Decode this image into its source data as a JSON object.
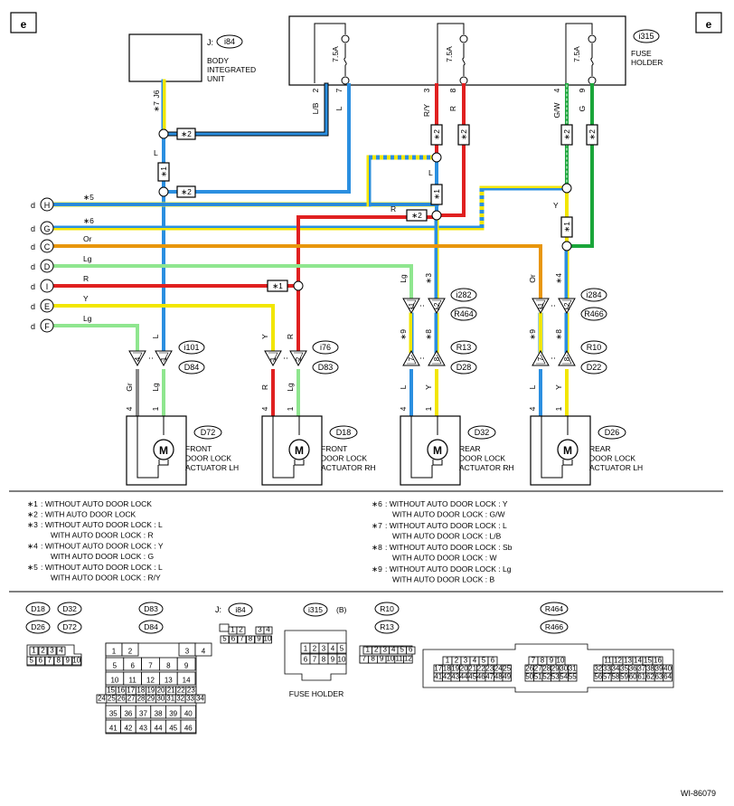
{
  "page": {
    "corner_label": "e",
    "code": "WI-86079"
  },
  "colors": {
    "blue": "#2b8fe0",
    "red": "#e02020",
    "yellow": "#f2e600",
    "green": "#1aa63a",
    "light_green": "#8fe68f",
    "orange": "#e8960c",
    "gray": "#888888",
    "black": "#000000"
  },
  "fuse_holder": {
    "id": "i315",
    "label": "FUSE\nHOLDER",
    "fuses": [
      "7.5A",
      "7.5A",
      "7.5A"
    ],
    "pins": [
      "2",
      "7",
      "3",
      "8",
      "4",
      "9"
    ],
    "wire_colors": [
      "L/B",
      "L",
      "R/Y",
      "R",
      "G/W",
      "G"
    ]
  },
  "body_unit": {
    "prefix": "J:",
    "id": "i84",
    "label": "BODY\nINTEGRATED\nUNIT",
    "pin": "J6",
    "star": "∗7"
  },
  "connectors": {
    "c_i101": "i101",
    "c_D84": "D84",
    "c_i76": "i76",
    "c_D83": "D83",
    "c_i282": "i282",
    "c_R464": "R464",
    "c_R13": "R13",
    "c_D28": "D28",
    "c_i284": "i284",
    "c_R466": "R466",
    "c_R10": "R10",
    "c_D22": "D22"
  },
  "stars": {
    "s1": "∗1",
    "s2": "∗2",
    "s3": "∗3",
    "s4": "∗4",
    "s5": "∗5",
    "s6": "∗6",
    "s8": "∗8",
    "s9": "∗9"
  },
  "left_terminals": [
    {
      "prefix": "d",
      "letter": "H",
      "label": "∗5"
    },
    {
      "prefix": "d",
      "letter": "G",
      "label": "∗6"
    },
    {
      "prefix": "d",
      "letter": "C",
      "label": "Or"
    },
    {
      "prefix": "d",
      "letter": "D",
      "label": "Lg"
    },
    {
      "prefix": "d",
      "letter": "I",
      "label": "R"
    },
    {
      "prefix": "d",
      "letter": "E",
      "label": "Y"
    },
    {
      "prefix": "d",
      "letter": "F",
      "label": "Lg"
    }
  ],
  "wire_letters": {
    "L": "L",
    "R": "R",
    "Y": "Y",
    "Lg": "Lg",
    "Or": "Or",
    "Gr": "Gr"
  },
  "pin_numbers": {
    "p1": "1",
    "p2": "2",
    "p4": "4",
    "p7": "7",
    "p8": "8",
    "p11": "11",
    "p12": "12"
  },
  "actuators": [
    {
      "id": "D72",
      "name": "FRONT\nDOOR LOCK\nACTUATOR LH",
      "motor": "M"
    },
    {
      "id": "D18",
      "name": "FRONT\nDOOR LOCK\nACTUATOR RH",
      "motor": "M"
    },
    {
      "id": "D32",
      "name": "REAR\nDOOR LOCK\nACTUATOR RH",
      "motor": "M"
    },
    {
      "id": "D26",
      "name": "REAR\nDOOR LOCK\nACTUATOR LH",
      "motor": "M"
    }
  ],
  "notes_left": [
    [
      "∗1",
      ": WITHOUT AUTO DOOR LOCK"
    ],
    [
      "∗2",
      ": WITH AUTO DOOR LOCK"
    ],
    [
      "∗3",
      ": WITHOUT AUTO DOOR LOCK  : L",
      "WITH AUTO DOOR LOCK  : R"
    ],
    [
      "∗4",
      ": WITHOUT AUTO DOOR LOCK  : Y",
      "WITH AUTO DOOR LOCK  : G"
    ],
    [
      "∗5",
      ": WITHOUT AUTO DOOR LOCK  : L",
      "WITH AUTO DOOR LOCK  : R/Y"
    ]
  ],
  "notes_right": [
    [
      "∗6",
      ": WITHOUT AUTO DOOR LOCK  : Y",
      "WITH AUTO DOOR LOCK  : G/W"
    ],
    [
      "∗7",
      ": WITHOUT AUTO DOOR LOCK  : L",
      "WITH AUTO DOOR LOCK  : L/B"
    ],
    [
      "∗8",
      ": WITHOUT AUTO DOOR LOCK  : Sb",
      "WITH AUTO DOOR LOCK  : W"
    ],
    [
      "∗9",
      ": WITHOUT AUTO DOOR LOCK  : Lg",
      "WITH AUTO DOOR LOCK  : B"
    ]
  ],
  "connector_views": {
    "g1_ids": [
      "D18",
      "D32",
      "D26",
      "D72"
    ],
    "g1_pins": [
      "1",
      "2",
      "3",
      "4",
      "5",
      "6",
      "7",
      "8",
      "9",
      "10"
    ],
    "g2_ids": [
      "D83",
      "D84"
    ],
    "g2_rows": [
      [
        "1",
        "2",
        "3",
        "4"
      ],
      [
        "5",
        "6",
        "7",
        "8",
        "9"
      ],
      [
        "10",
        "11",
        "12",
        "13",
        "14"
      ],
      [
        "15",
        "16",
        "17",
        "18",
        "19",
        "20",
        "21",
        "22",
        "23"
      ],
      [
        "24",
        "25",
        "26",
        "27",
        "28",
        "29",
        "30",
        "31",
        "32",
        "33",
        "34"
      ],
      [
        "35",
        "36",
        "37",
        "38",
        "39",
        "40"
      ],
      [
        "41",
        "42",
        "43",
        "44",
        "45",
        "46"
      ]
    ],
    "g3_prefix": "J:",
    "g3_id": "i84",
    "g3_pins": [
      "1",
      "2",
      "3",
      "4",
      "5",
      "6",
      "7",
      "8",
      "9",
      "10"
    ],
    "g4_id": "i315",
    "g4_tag": "(B)",
    "g4_label": "FUSE HOLDER",
    "g4_pins": [
      "1",
      "2",
      "3",
      "4",
      "5",
      "6",
      "7",
      "8",
      "9",
      "10"
    ],
    "g5_ids": [
      "R10",
      "R13"
    ],
    "g5_pins": [
      "1",
      "2",
      "3",
      "4",
      "5",
      "6",
      "7",
      "8",
      "9",
      "10",
      "11",
      "12"
    ],
    "g6_ids": [
      "R464",
      "R466"
    ],
    "g6_rows": [
      [
        "1",
        "2",
        "3",
        "4",
        "5",
        "6"
      ],
      [
        "17",
        "18",
        "19",
        "20",
        "21",
        "22",
        "23",
        "24",
        "25"
      ],
      [
        "41",
        "42",
        "43",
        "44",
        "45",
        "46",
        "47",
        "48",
        "49"
      ],
      [
        "7",
        "8",
        "9",
        "10"
      ],
      [
        "26",
        "27",
        "28",
        "29",
        "30",
        "31"
      ],
      [
        "50",
        "51",
        "52",
        "53",
        "54",
        "55"
      ],
      [
        "11",
        "12",
        "13",
        "14",
        "15",
        "16"
      ],
      [
        "32",
        "33",
        "34",
        "35",
        "36",
        "37",
        "38",
        "39",
        "40"
      ],
      [
        "56",
        "57",
        "58",
        "59",
        "60",
        "61",
        "62",
        "63",
        "64"
      ]
    ]
  }
}
